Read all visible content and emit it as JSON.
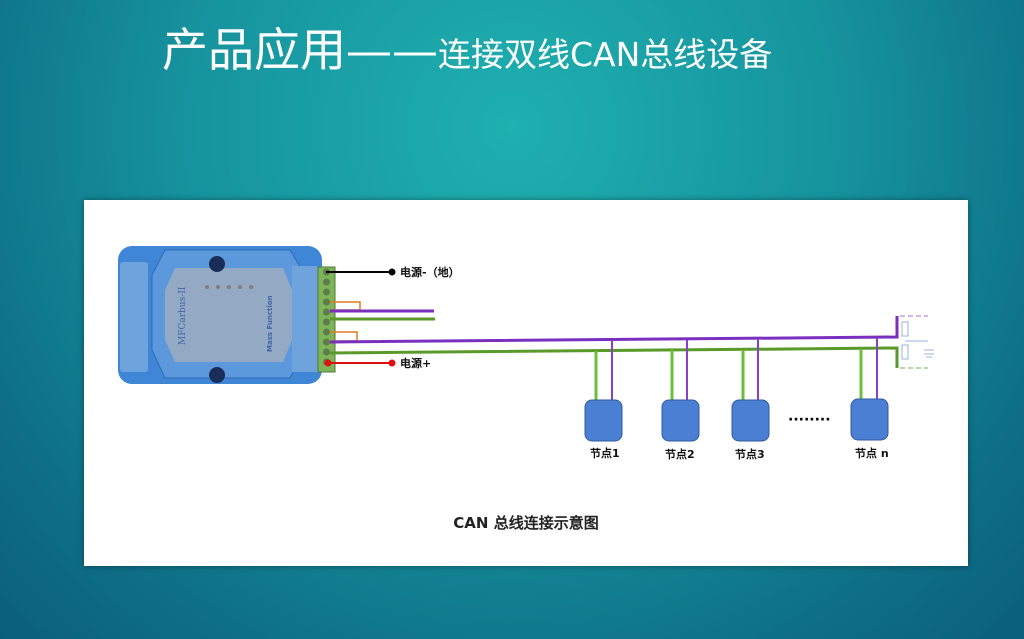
{
  "title": {
    "main": "产品应用——",
    "sub": "连接双线CAN总线设备"
  },
  "diagram": {
    "device_label": "MFCarbus-II",
    "device_sublabel": "Mass Function",
    "power_neg": "电源-（地）",
    "power_pos": "电源+",
    "nodes": [
      "节点1",
      "节点2",
      "节点3",
      "节点 n"
    ],
    "ellipsis": "········",
    "caption": "CAN 总线连接示意图"
  },
  "colors": {
    "can_h": "#7b2fbf",
    "can_l": "#5a9a2a",
    "node": "#4a7fd4",
    "device": "#3f86d6"
  }
}
